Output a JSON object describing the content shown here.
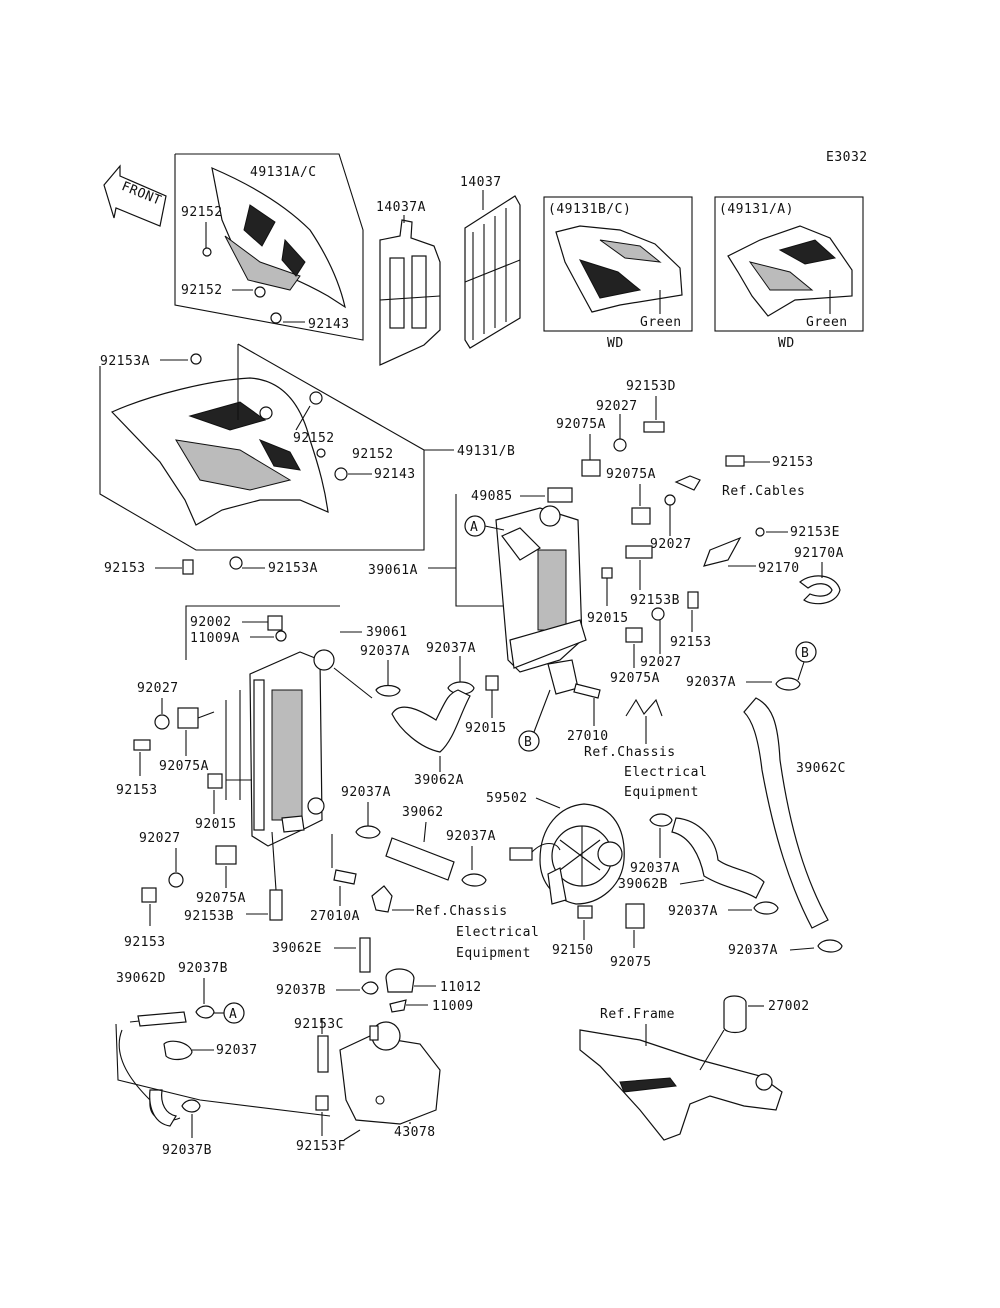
{
  "diagram_code": "E3032",
  "front_label": "FRONT",
  "callout_labels": [
    "A",
    "B"
  ],
  "boxes": {
    "wd_bc": {
      "title": "(49131B/C)",
      "color": "Green",
      "note": "WD"
    },
    "wd_a": {
      "title": "(49131/A)",
      "color": "Green",
      "note": "WD"
    }
  },
  "parts": {
    "p49131AC": "49131A/C",
    "p92152_a": "92152",
    "p92152_b": "92152",
    "p92143_a": "92143",
    "p14037A": "14037A",
    "p14037": "14037",
    "p92153A_a": "92153A",
    "p92152_c": "92152",
    "p92152_d": "92152",
    "p92143_b": "92143",
    "p49131B": "49131/B",
    "p92153_a": "92153",
    "p92153A_b": "92153A",
    "p92153D": "92153D",
    "p92027_a": "92027",
    "p92075A_a": "92075A",
    "p92075A_b": "92075A",
    "p92153_b": "92153",
    "refCables": "Ref.Cables",
    "p49085": "49085",
    "p39061A": "39061A",
    "p92027_b": "92027",
    "p92153E": "92153E",
    "p92170A": "92170A",
    "p92170": "92170",
    "p92015_a": "92015",
    "p92153B_a": "92153B",
    "p92153_c": "92153",
    "p92027_c": "92027",
    "p92075A_c": "92075A",
    "p92002": "92002",
    "p11009A": "11009A",
    "p39061": "39061",
    "p92037A_a": "92037A",
    "p92037A_b": "92037A",
    "p92037A_c": "92037A",
    "p92027_d": "92027",
    "p92015_b": "92015",
    "p27010": "27010",
    "refChassis1": "Ref.Chassis",
    "elec1": "Electrical",
    "equip1": "Equipment",
    "p92075A_d": "92075A",
    "p92153_d": "92153",
    "p39062A": "39062A",
    "p39062C": "39062C",
    "p92015_c": "92015",
    "p92037A_d": "92037A",
    "p39062": "39062",
    "p59502": "59502",
    "p92027_e": "92027",
    "p92037A_e": "92037A",
    "p92037A_f": "92037A",
    "p39062B": "39062B",
    "p92075A_e": "92075A",
    "p92153B_b": "92153B",
    "p92153_e": "92153",
    "p27010A": "27010A",
    "refChassis2": "Ref.Chassis",
    "elec2": "Electrical",
    "equip2": "Equipment",
    "p92150": "92150",
    "p92075": "92075",
    "p92037A_g": "92037A",
    "p92037A_h": "92037A",
    "p39062E": "39062E",
    "p39062D": "39062D",
    "p92037B_a": "92037B",
    "p92037B_b": "92037B",
    "p11012": "11012",
    "p11009": "11009",
    "p92153C": "92153C",
    "p92037": "92037",
    "p27002": "27002",
    "refFrame": "Ref.Frame",
    "p92037B_c": "92037B",
    "p92153F": "92153F",
    "p43078": "43078"
  }
}
